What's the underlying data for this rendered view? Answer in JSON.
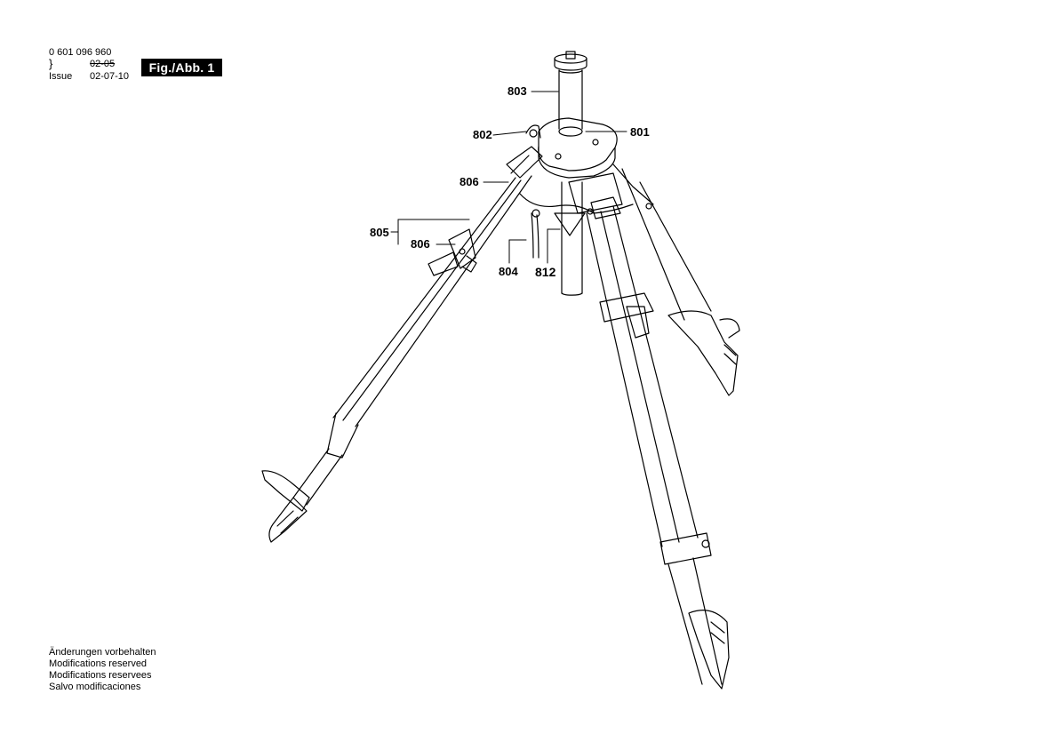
{
  "header": {
    "part_number": "0 601 096 960",
    "old_date": "02-05",
    "issue_label": "Issue",
    "issue_date": "02-07-10",
    "figure_label": "Fig./Abb. 1"
  },
  "callouts": {
    "c801": "801",
    "c802": "802",
    "c803": "803",
    "c804": "804",
    "c805": "805",
    "c806a": "806",
    "c806b": "806",
    "c812": "812"
  },
  "footer": {
    "lines": [
      "Änderungen vorbehalten",
      "Modifications reserved",
      "Modifications reservees",
      "Salvo modificaciones"
    ]
  }
}
